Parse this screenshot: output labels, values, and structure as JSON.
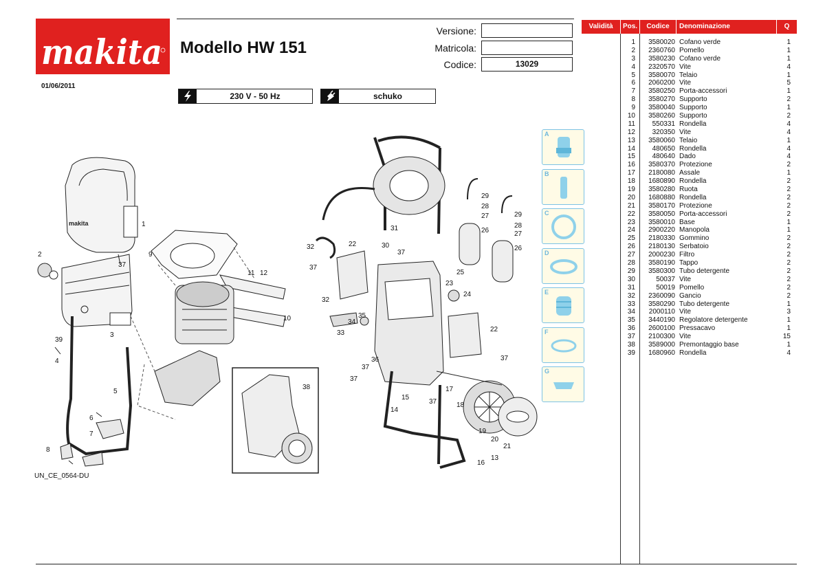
{
  "brand": {
    "logo_text": "makita",
    "color": "#e0211f"
  },
  "date": "01/06/2011",
  "model": {
    "title": "Modello HW 151"
  },
  "header_fields": [
    {
      "label": "Versione:",
      "value": ""
    },
    {
      "label": "Matricola:",
      "value": ""
    },
    {
      "label": "Codice:",
      "value": "13029"
    }
  ],
  "specs": {
    "voltage": "230 V - 50 Hz",
    "plug": "schuko"
  },
  "drawing_code": "UN_CE_0564-DU",
  "legend": [
    "A",
    "B",
    "C",
    "D",
    "E",
    "F",
    "G"
  ],
  "table": {
    "headers": {
      "validita": "Validità",
      "pos": "Pos.",
      "codice": "Codice",
      "denominazione": "Denominazione",
      "q": "Q"
    },
    "rows": [
      {
        "pos": "1",
        "codice": "3580020",
        "denominazione": "Cofano verde",
        "q": "1"
      },
      {
        "pos": "2",
        "codice": "2360760",
        "denominazione": "Pomello",
        "q": "1"
      },
      {
        "pos": "3",
        "codice": "3580230",
        "denominazione": "Cofano verde",
        "q": "1"
      },
      {
        "pos": "4",
        "codice": "2320570",
        "denominazione": "Vite",
        "q": "4"
      },
      {
        "pos": "5",
        "codice": "3580070",
        "denominazione": "Telaio",
        "q": "1"
      },
      {
        "pos": "6",
        "codice": "2060200",
        "denominazione": "Vite",
        "q": "5"
      },
      {
        "pos": "7",
        "codice": "3580250",
        "denominazione": "Porta-accessori",
        "q": "1"
      },
      {
        "pos": "8",
        "codice": "3580270",
        "denominazione": "Supporto",
        "q": "2"
      },
      {
        "pos": "9",
        "codice": "3580040",
        "denominazione": "Supporto",
        "q": "1"
      },
      {
        "pos": "10",
        "codice": "3580260",
        "denominazione": "Supporto",
        "q": "2"
      },
      {
        "pos": "11",
        "codice": "550331",
        "denominazione": "Rondella",
        "q": "4"
      },
      {
        "pos": "12",
        "codice": "320350",
        "denominazione": "Vite",
        "q": "4"
      },
      {
        "pos": "13",
        "codice": "3580060",
        "denominazione": "Telaio",
        "q": "1"
      },
      {
        "pos": "14",
        "codice": "480650",
        "denominazione": "Rondella",
        "q": "4"
      },
      {
        "pos": "15",
        "codice": "480640",
        "denominazione": "Dado",
        "q": "4"
      },
      {
        "pos": "16",
        "codice": "3580370",
        "denominazione": "Protezione",
        "q": "2"
      },
      {
        "pos": "17",
        "codice": "2180080",
        "denominazione": "Assale",
        "q": "1"
      },
      {
        "pos": "18",
        "codice": "1680890",
        "denominazione": "Rondella",
        "q": "2"
      },
      {
        "pos": "19",
        "codice": "3580280",
        "denominazione": "Ruota",
        "q": "2"
      },
      {
        "pos": "20",
        "codice": "1680880",
        "denominazione": "Rondella",
        "q": "2"
      },
      {
        "pos": "21",
        "codice": "3580170",
        "denominazione": "Protezione",
        "q": "2"
      },
      {
        "pos": "22",
        "codice": "3580050",
        "denominazione": "Porta-accessori",
        "q": "2"
      },
      {
        "pos": "23",
        "codice": "3580010",
        "denominazione": "Base",
        "q": "1"
      },
      {
        "pos": "24",
        "codice": "2900220",
        "denominazione": "Manopola",
        "q": "1"
      },
      {
        "pos": "25",
        "codice": "2180330",
        "denominazione": "Gommino",
        "q": "2"
      },
      {
        "pos": "26",
        "codice": "2180130",
        "denominazione": "Serbatoio",
        "q": "2"
      },
      {
        "pos": "27",
        "codice": "2000230",
        "denominazione": "Filtro",
        "q": "2"
      },
      {
        "pos": "28",
        "codice": "3580190",
        "denominazione": "Tappo",
        "q": "2"
      },
      {
        "pos": "29",
        "codice": "3580300",
        "denominazione": "Tubo detergente",
        "q": "2"
      },
      {
        "pos": "30",
        "codice": "50037",
        "denominazione": "Vite",
        "q": "2"
      },
      {
        "pos": "31",
        "codice": "50019",
        "denominazione": "Pomello",
        "q": "2"
      },
      {
        "pos": "32",
        "codice": "2360090",
        "denominazione": "Gancio",
        "q": "2"
      },
      {
        "pos": "33",
        "codice": "3580290",
        "denominazione": "Tubo detergente",
        "q": "1"
      },
      {
        "pos": "34",
        "codice": "2000110",
        "denominazione": "Vite",
        "q": "3"
      },
      {
        "pos": "35",
        "codice": "3440190",
        "denominazione": "Regolatore detergente",
        "q": "1"
      },
      {
        "pos": "36",
        "codice": "2600100",
        "denominazione": "Pressacavo",
        "q": "1"
      },
      {
        "pos": "37",
        "codice": "2100300",
        "denominazione": "Vite",
        "q": "15"
      },
      {
        "pos": "38",
        "codice": "3589000",
        "denominazione": "Premontaggio base",
        "q": "1"
      },
      {
        "pos": "39",
        "codice": "1680960",
        "denominazione": "Rondella",
        "q": "4"
      }
    ]
  },
  "callouts": [
    "1",
    "2",
    "3",
    "4",
    "5",
    "6",
    "7",
    "8",
    "9",
    "10",
    "11",
    "12",
    "13",
    "14",
    "15",
    "16",
    "17",
    "18",
    "19",
    "20",
    "21",
    "22",
    "23",
    "24",
    "25",
    "26",
    "27",
    "28",
    "29",
    "30",
    "31",
    "32",
    "33",
    "34",
    "35",
    "36",
    "37",
    "38",
    "39"
  ]
}
